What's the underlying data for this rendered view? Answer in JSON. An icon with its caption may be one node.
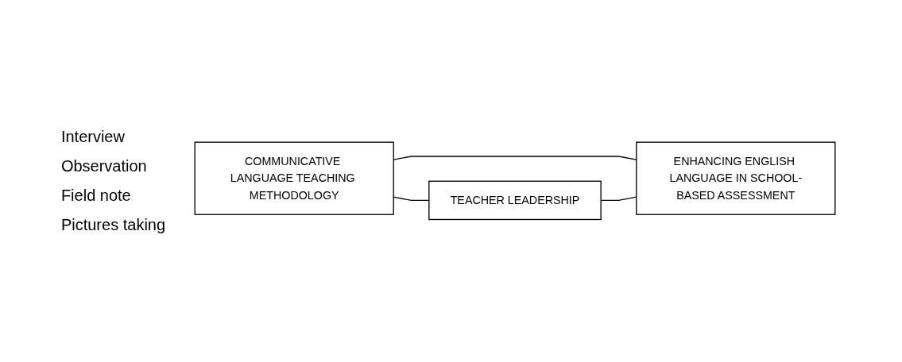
{
  "diagram": {
    "nodes": [
      {
        "text": [
          "COMMUNICATIVE LANGUAGE TEACHING METHODOLOGY"
        ]
      },
      {
        "text": [
          "TEACHER LEADERSHIP"
        ]
      },
      {
        "text": [
          "ENHANCING ENGLISH LANGUAGE IN SCHOOL-BASED ASSESSMENT"
        ]
      }
    ],
    "edges": [
      {
        "from": 0,
        "to": 1,
        "arrow": "none"
      },
      {
        "from": 0,
        "to": 2,
        "arrow": "none"
      },
      {
        "from": 1,
        "to": 2,
        "arrow": "none"
      }
    ],
    "labels": [
      "Interview",
      "Observation",
      "Field note",
      "Pictures taking"
    ]
  }
}
